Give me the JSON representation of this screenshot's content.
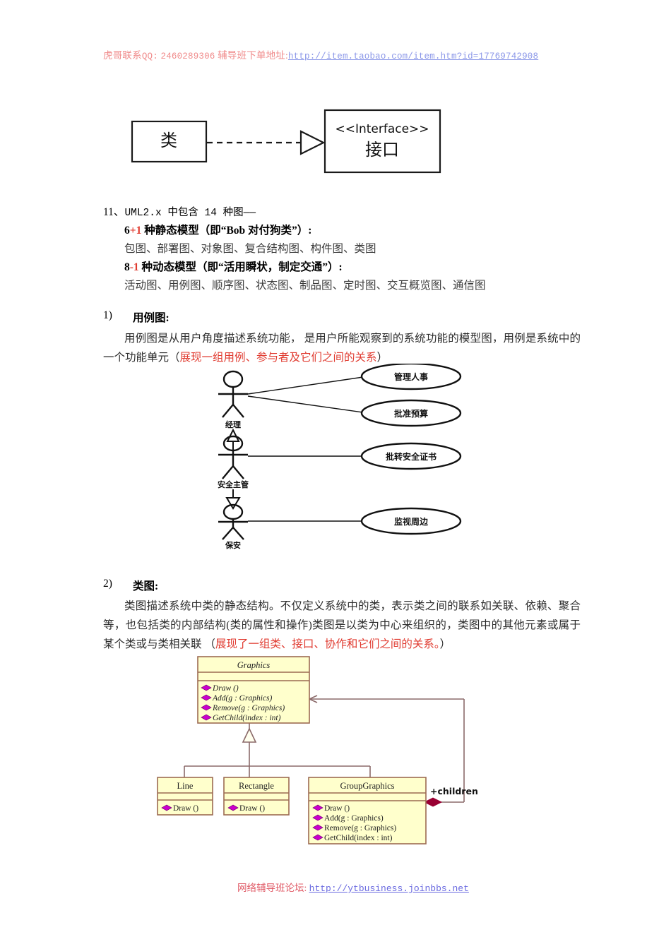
{
  "header": {
    "label_prefix": "虎哥联系",
    "qq_label": "QQ:",
    "qq_number": "2460289306",
    "order_label": "辅导班下单地址:",
    "url": "http://item.taobao.com/item.htm?id=17769742908"
  },
  "footer": {
    "label": "网络辅导班论坛:",
    "url": "http://ytbusiness.joinbbs.net"
  },
  "realization_diagram": {
    "name": "class-interface-realization",
    "class_box_label": "类",
    "interface_stereotype": "<<Interface>>",
    "interface_label": "接口"
  },
  "section11": {
    "number": "11、",
    "title": "UML2.x 中包含 14 种图——",
    "static_line_a": "6",
    "static_line_b": "+1",
    "static_line_c": " 种静态模型（即“Bob 对付狗类”）:",
    "static_items": "包图、部署图、对象图、复合结构图、构件图、类图",
    "dynamic_line_a": "8",
    "dynamic_line_b": "-1",
    "dynamic_line_c": " 种动态模型（即“活用瞬状，制定交通”）:",
    "dynamic_items": "活动图、用例图、顺序图、状态图、制品图、定时图、交互概览图、通信图"
  },
  "section_usecase": {
    "number": "1)",
    "title": "用例图:",
    "body_plain_1": "用例图是从用户角度描述系统功能， 是用户所能观察到的系统功能的模型图，用例是系统中的一个功能单元（",
    "body_red_1": "展现一组用例、参与者及它们之间的关系",
    "body_plain_2": "）"
  },
  "usecase_diagram": {
    "name": "use-case-diagram",
    "actors": [
      {
        "label": "经理"
      },
      {
        "label": "安全主管"
      },
      {
        "label": "保安"
      }
    ],
    "usecases": [
      {
        "label": "管理人事"
      },
      {
        "label": "批准预算"
      },
      {
        "label": "批转安全证书"
      },
      {
        "label": "监视周边"
      }
    ]
  },
  "section_class": {
    "number": "2)",
    "title": "类图:",
    "body_plain_1": "类图描述系统中类的静态结构。不仅定义系统中的类，表示类之间的联系如关联、依赖、聚合等，也包括类的内部结构(类的属性和操作)类图是以类为中心来组织的，类图中的其他元素或属于某个类或与类相关联 （",
    "body_red_1": "展现了一组类、接口、协作和它们之间的关系。",
    "body_plain_2": "）"
  },
  "class_diagram": {
    "name": "uml-class-diagram",
    "colors": {
      "fill": "#FFFFCC",
      "border": "#9C6B52",
      "method_marker": "#CC00CC",
      "composition_diamond": "#990033",
      "link": "#8B6A6A"
    },
    "classes": [
      {
        "name": "Graphics",
        "abstract": true,
        "attributes": [],
        "methods": [
          "Draw ()",
          "Add(g : Graphics)",
          "Remove(g : Graphics)",
          "GetChild(index : int)"
        ]
      },
      {
        "name": "Line",
        "abstract": false,
        "attributes": [],
        "methods": [
          "Draw ()"
        ]
      },
      {
        "name": "Rectangle",
        "abstract": false,
        "attributes": [],
        "methods": [
          "Draw ()"
        ]
      },
      {
        "name": "GroupGraphics",
        "abstract": false,
        "attributes": [],
        "methods": [
          "Draw ()",
          "Add(g : Graphics)",
          "Remove(g : Graphics)",
          "GetChild(index : int)"
        ]
      }
    ],
    "association_label": "+children"
  }
}
